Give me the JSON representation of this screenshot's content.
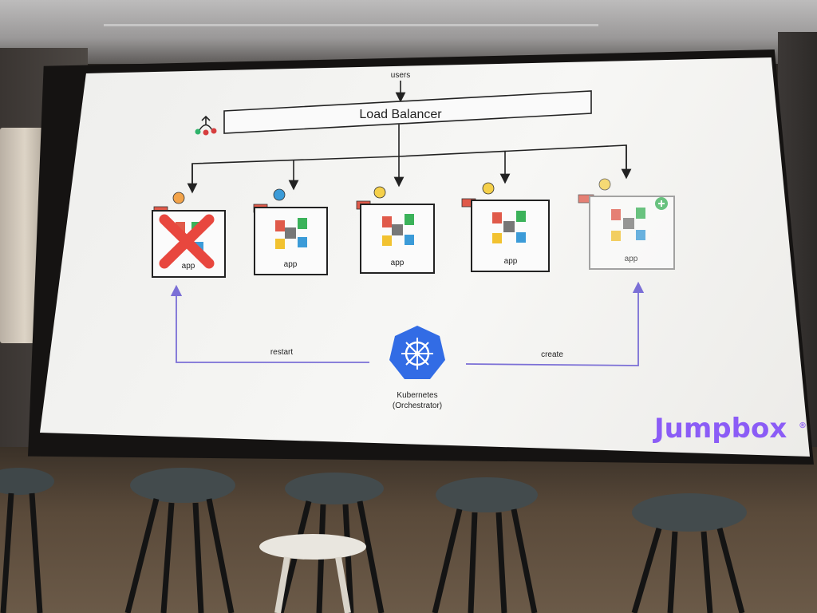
{
  "slide": {
    "users_label": "users",
    "load_balancer_label": "Load Balancer",
    "app_labels": [
      "app",
      "app",
      "app",
      "app",
      "app"
    ],
    "restart_label": "restart",
    "create_label": "create",
    "orchestrator_line1": "Kubernetes",
    "orchestrator_line2": "(Orchestrator)",
    "brand": "Jumpbox",
    "brand_mark": "®"
  },
  "colors": {
    "brand": "#8b5cf6",
    "kubernetes_blue": "#326ce5",
    "failure_red": "#e8473e",
    "arrow_purple": "#7b6fd6"
  }
}
